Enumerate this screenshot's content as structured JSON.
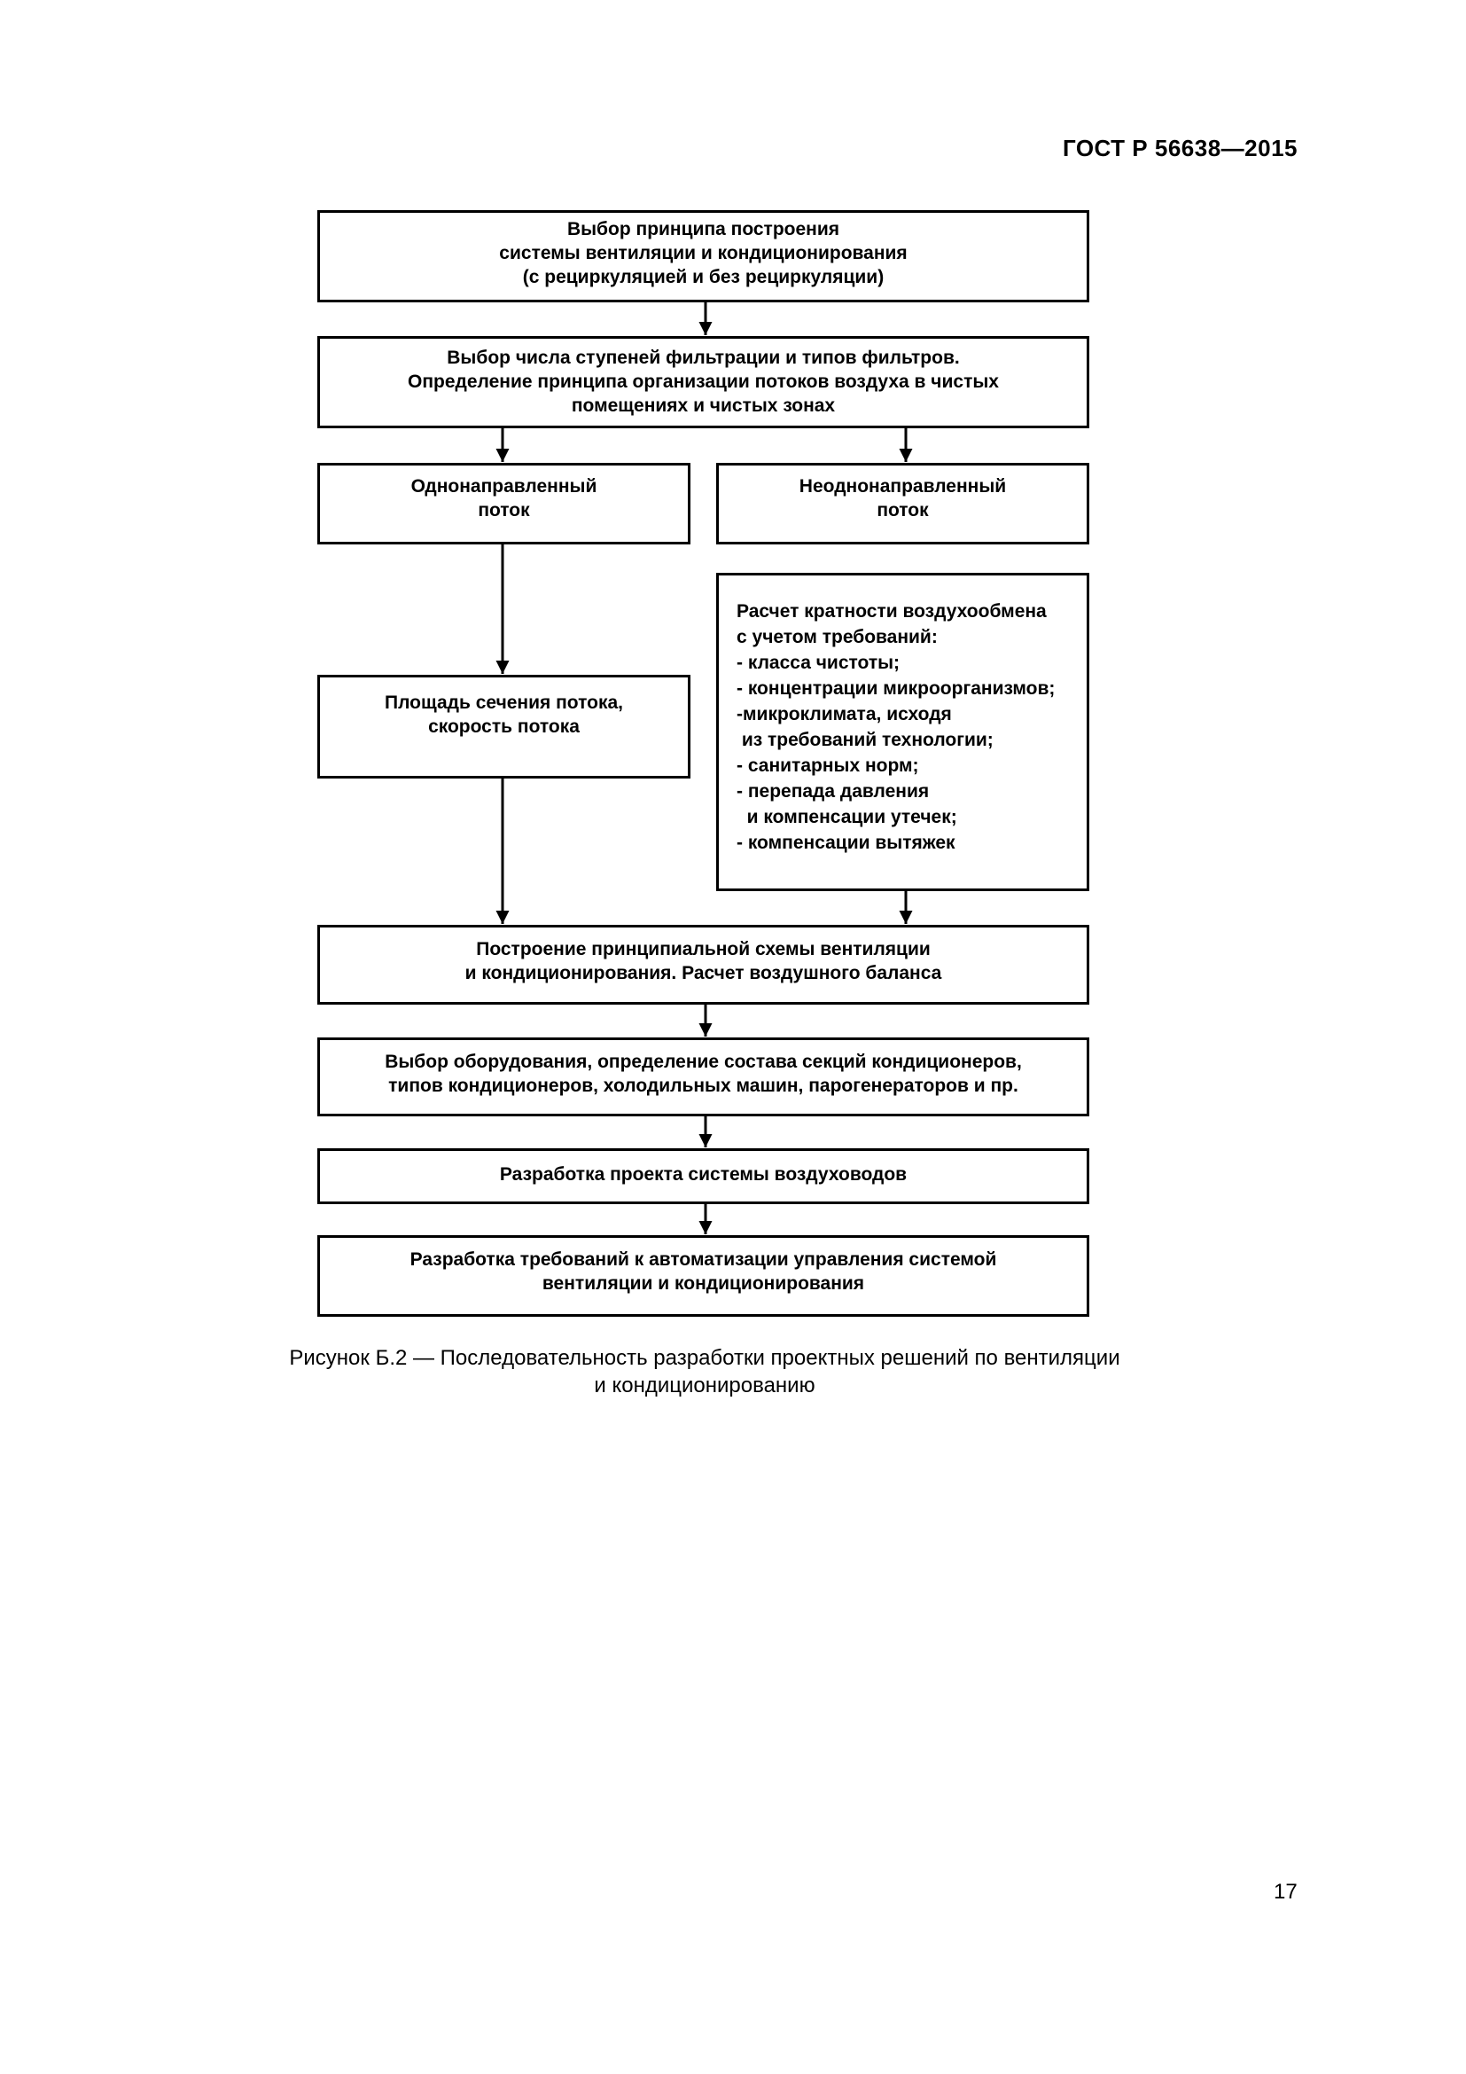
{
  "header": {
    "standard": "ГОСТ Р 56638—2015"
  },
  "flowchart": {
    "step1": "Выбор принципа построения\nсистемы вентиляции и кондиционирования\n(с рециркуляцией и без рециркуляции)",
    "step2": "Выбор числа ступеней фильтрации и типов фильтров.\nОпределение принципа организации потоков воздуха в чистых\nпомещениях и чистых зонах",
    "unidirectional": "Однонаправленный\nпоток",
    "non_unidirectional": "Неоднонаправленный\nпоток",
    "flow_section": "Площадь сечения потока,\nскорость потока",
    "air_exchange": "Расчет кратности воздухообмена\nс учетом требований:\n- класса чистоты;\n- концентрации микроорганизмов;\n-микроклимата, исходя\n из требований технологии;\n- санитарных норм;\n- перепада давления\n  и компенсации утечек;\n- компенсации вытяжек",
    "scheme": "Построение принципиальной схемы вентиляции\nи кондиционирования. Расчет воздушного баланса",
    "equipment": "Выбор оборудования, определение состава секций кондиционеров,\nтипов кондиционеров, холодильных машин, парогенераторов и пр.",
    "ducts": "Разработка проекта системы воздуховодов",
    "automation": "Разработка требований к автоматизации управления системой\nвентиляции и кондиционирования"
  },
  "caption": "Рисунок Б.2 — Последовательность разработки проектных решений по вентиляции\nи кондиционированию",
  "page_number": "17"
}
